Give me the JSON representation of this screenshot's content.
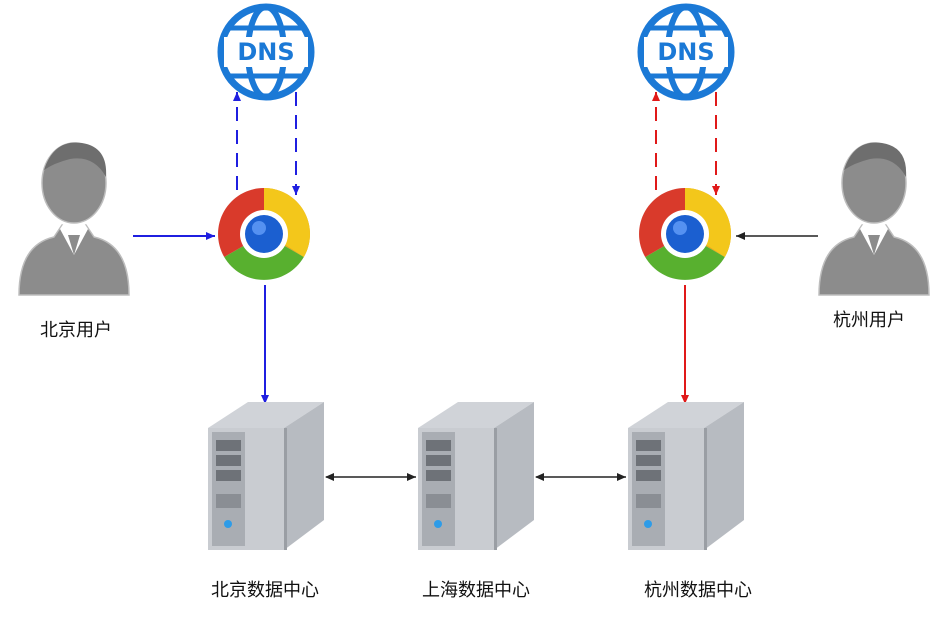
{
  "dns": {
    "label": "DNS"
  },
  "users": {
    "beijing": {
      "label": "北京用户"
    },
    "hangzhou": {
      "label": "杭州用户"
    }
  },
  "datacenters": {
    "beijing": {
      "label": "北京数据中心"
    },
    "shanghai": {
      "label": "上海数据中心"
    },
    "hangzhou": {
      "label": "杭州数据中心"
    }
  },
  "colors": {
    "beijing_flow": "#1f1fe0",
    "hangzhou_flow": "#e01919",
    "neutral_flow": "#222222",
    "dns_blue": "#1b79d6",
    "user_gray": "#8c8c8c"
  }
}
